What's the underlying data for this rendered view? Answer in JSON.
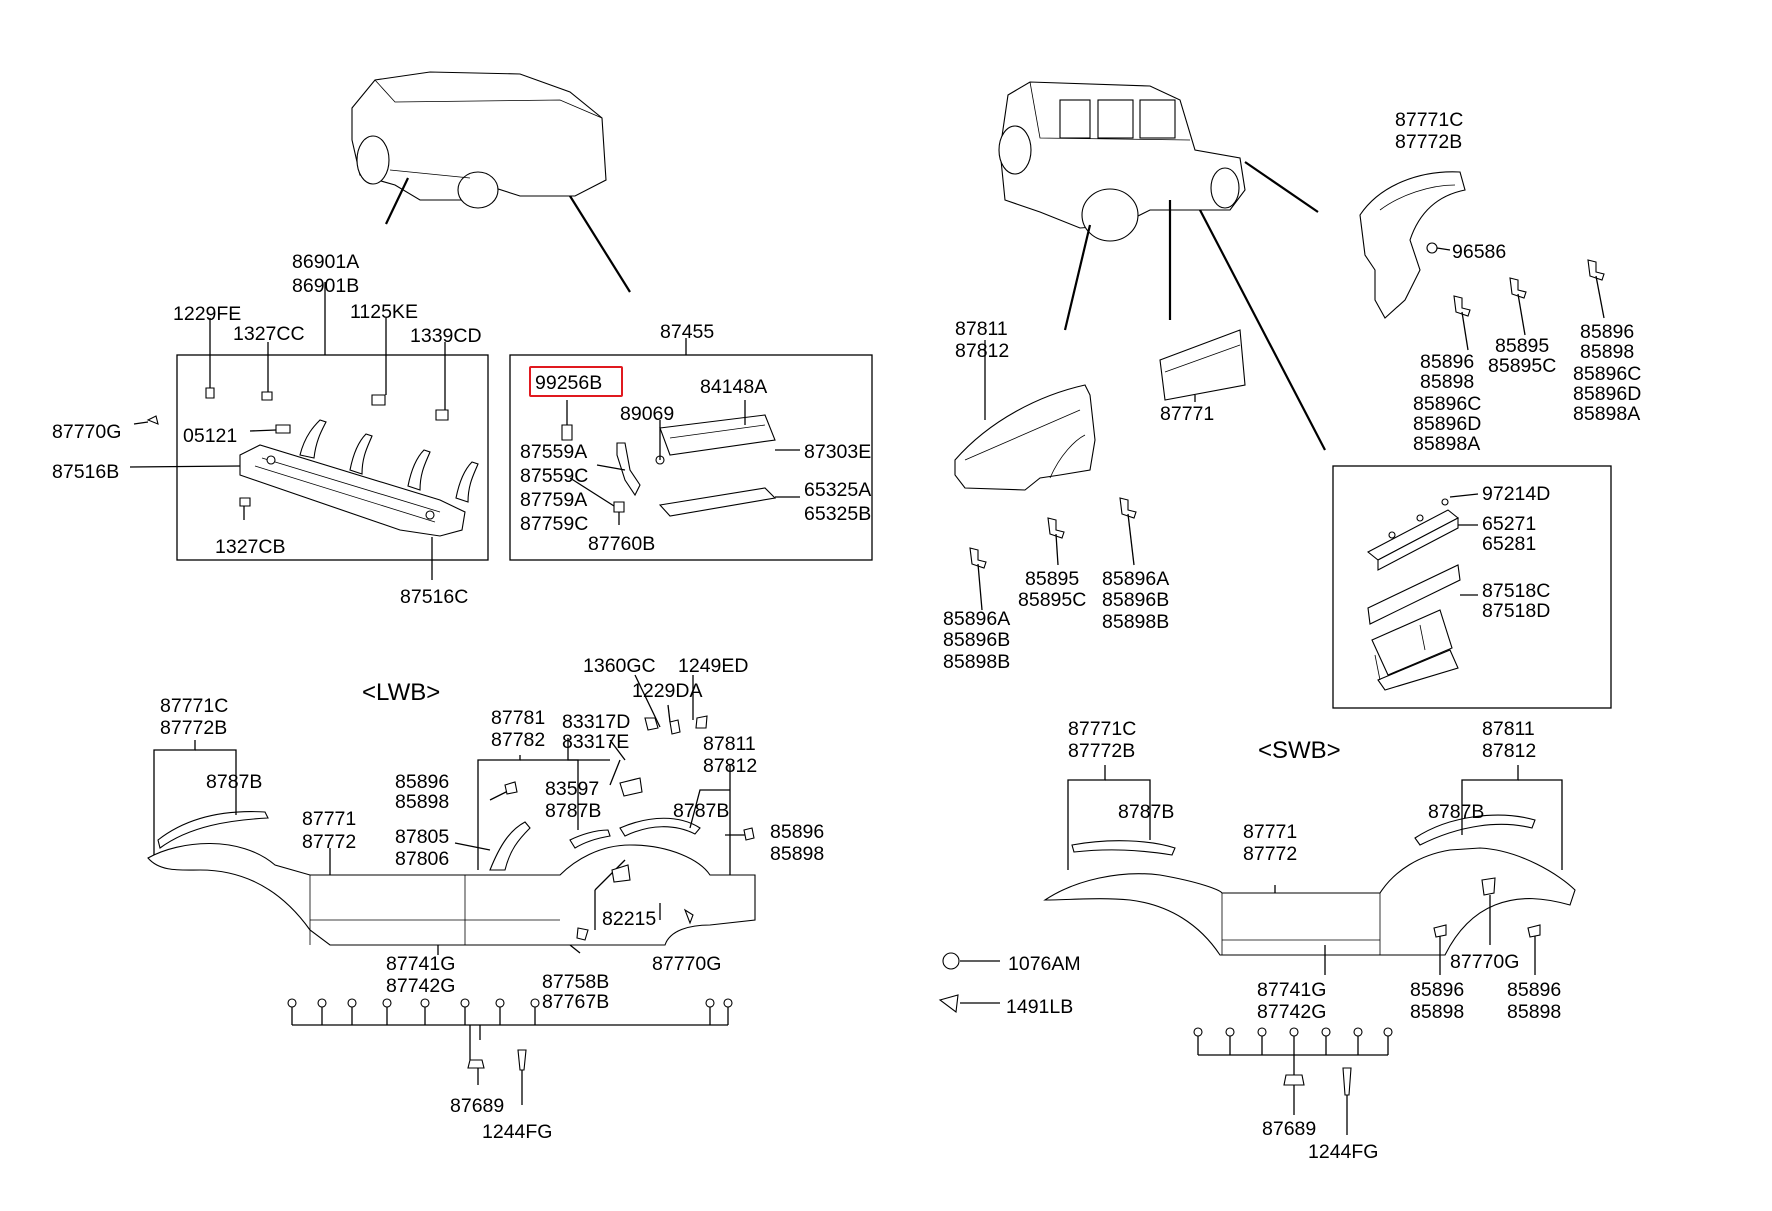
{
  "diagram": {
    "highlight_color": "#e0191f",
    "sections": {
      "lwb": "<LWB>",
      "swb": "<SWB>"
    },
    "labels": [
      {
        "id": "l1",
        "text": "86901A"
      },
      {
        "id": "l2",
        "text": "86901B"
      },
      {
        "id": "l3",
        "text": "1229FE"
      },
      {
        "id": "l4",
        "text": "1125KE"
      },
      {
        "id": "l5",
        "text": "1327CC"
      },
      {
        "id": "l6",
        "text": "1339CD"
      },
      {
        "id": "l7",
        "text": "87770G"
      },
      {
        "id": "l8",
        "text": "05121"
      },
      {
        "id": "l9",
        "text": "87516B"
      },
      {
        "id": "l10",
        "text": "1327CB"
      },
      {
        "id": "l11",
        "text": "87516C"
      },
      {
        "id": "l12",
        "text": "87455"
      },
      {
        "id": "l13",
        "text": "99256B",
        "highlight": true
      },
      {
        "id": "l14",
        "text": "84148A"
      },
      {
        "id": "l15",
        "text": "89069"
      },
      {
        "id": "l16",
        "text": "87303E"
      },
      {
        "id": "l17",
        "text": "87559A"
      },
      {
        "id": "l18",
        "text": "87559C"
      },
      {
        "id": "l19",
        "text": "87759A"
      },
      {
        "id": "l20",
        "text": "87759C"
      },
      {
        "id": "l21",
        "text": "65325A"
      },
      {
        "id": "l22",
        "text": "65325B"
      },
      {
        "id": "l23",
        "text": "87760B"
      },
      {
        "id": "l24",
        "text": "1360GC"
      },
      {
        "id": "l25",
        "text": "1249ED"
      },
      {
        "id": "l26",
        "text": "1229DA"
      },
      {
        "id": "l27",
        "text": "87771C"
      },
      {
        "id": "l28",
        "text": "87772B"
      },
      {
        "id": "l29",
        "text": "87781"
      },
      {
        "id": "l30",
        "text": "87782"
      },
      {
        "id": "l31",
        "text": "83317D"
      },
      {
        "id": "l32",
        "text": "83317E"
      },
      {
        "id": "l33",
        "text": "87811"
      },
      {
        "id": "l34",
        "text": "87812"
      },
      {
        "id": "l35",
        "text": "8787B"
      },
      {
        "id": "l36",
        "text": "85896"
      },
      {
        "id": "l37",
        "text": "85898"
      },
      {
        "id": "l38",
        "text": "83597"
      },
      {
        "id": "l39",
        "text": "8787B"
      },
      {
        "id": "l40",
        "text": "87771"
      },
      {
        "id": "l41",
        "text": "87772"
      },
      {
        "id": "l42",
        "text": "8787B"
      },
      {
        "id": "l43",
        "text": "87805"
      },
      {
        "id": "l44",
        "text": "87806"
      },
      {
        "id": "l45",
        "text": "85896"
      },
      {
        "id": "l46",
        "text": "85898"
      },
      {
        "id": "l47",
        "text": "82215"
      },
      {
        "id": "l48",
        "text": "87770G"
      },
      {
        "id": "l49",
        "text": "87741G"
      },
      {
        "id": "l50",
        "text": "87742G"
      },
      {
        "id": "l51",
        "text": "87758B"
      },
      {
        "id": "l52",
        "text": "87767B"
      },
      {
        "id": "l53",
        "text": "87689"
      },
      {
        "id": "l54",
        "text": "1244FG"
      },
      {
        "id": "r1",
        "text": "87771C"
      },
      {
        "id": "r2",
        "text": "87772B"
      },
      {
        "id": "r3",
        "text": "96586"
      },
      {
        "id": "r4",
        "text": "87811"
      },
      {
        "id": "r5",
        "text": "87812"
      },
      {
        "id": "r6",
        "text": "87771"
      },
      {
        "id": "r7",
        "text": "85896"
      },
      {
        "id": "r8",
        "text": "85898"
      },
      {
        "id": "r9",
        "text": "85896C"
      },
      {
        "id": "r10",
        "text": "85896D"
      },
      {
        "id": "r11",
        "text": "85898A"
      },
      {
        "id": "r12",
        "text": "85895"
      },
      {
        "id": "r13",
        "text": "85895C"
      },
      {
        "id": "r14",
        "text": "85896"
      },
      {
        "id": "r15",
        "text": "85898"
      },
      {
        "id": "r16",
        "text": "85896C"
      },
      {
        "id": "r17",
        "text": "85896D"
      },
      {
        "id": "r18",
        "text": "85898A"
      },
      {
        "id": "r19",
        "text": "97214D"
      },
      {
        "id": "r20",
        "text": "65271"
      },
      {
        "id": "r21",
        "text": "65281"
      },
      {
        "id": "r22",
        "text": "87518C"
      },
      {
        "id": "r23",
        "text": "87518D"
      },
      {
        "id": "r24",
        "text": "85895"
      },
      {
        "id": "r25",
        "text": "85895C"
      },
      {
        "id": "r26",
        "text": "85896A"
      },
      {
        "id": "r27",
        "text": "85896B"
      },
      {
        "id": "r28",
        "text": "85898B"
      },
      {
        "id": "r29",
        "text": "85896A"
      },
      {
        "id": "r30",
        "text": "85896B"
      },
      {
        "id": "r31",
        "text": "85898B"
      },
      {
        "id": "r32",
        "text": "87771C"
      },
      {
        "id": "r33",
        "text": "87772B"
      },
      {
        "id": "r34",
        "text": "87811"
      },
      {
        "id": "r35",
        "text": "87812"
      },
      {
        "id": "r36",
        "text": "8787B"
      },
      {
        "id": "r37",
        "text": "8787B"
      },
      {
        "id": "r38",
        "text": "87771"
      },
      {
        "id": "r39",
        "text": "87772"
      },
      {
        "id": "r40",
        "text": "1076AM"
      },
      {
        "id": "r41",
        "text": "1491LB"
      },
      {
        "id": "r42",
        "text": "87770G"
      },
      {
        "id": "r43",
        "text": "85896"
      },
      {
        "id": "r44",
        "text": "85898"
      },
      {
        "id": "r45",
        "text": "85896"
      },
      {
        "id": "r46",
        "text": "85898"
      },
      {
        "id": "r47",
        "text": "87741G"
      },
      {
        "id": "r48",
        "text": "87742G"
      },
      {
        "id": "r49",
        "text": "87689"
      },
      {
        "id": "r50",
        "text": "1244FG"
      }
    ]
  }
}
